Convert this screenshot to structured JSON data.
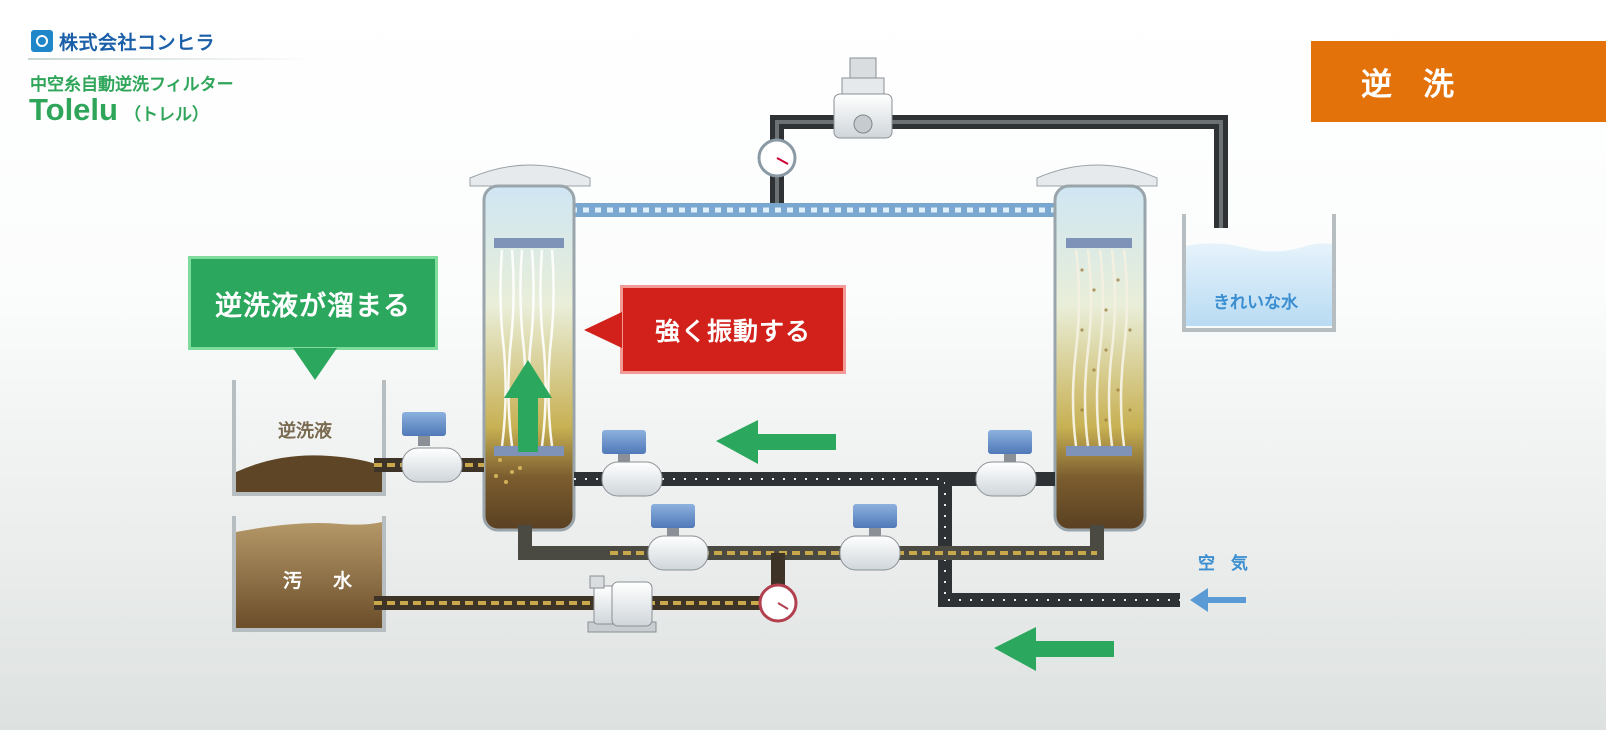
{
  "brand": {
    "logo_icon": "konhira-logo-icon",
    "company_name": "株式会社コンヒラ"
  },
  "product": {
    "subtitle": "中空糸自動逆洗フィルター",
    "name": "Tolelu",
    "name_kana": "（トレル）"
  },
  "mode": {
    "label": "逆　洗",
    "color": "#e4720b"
  },
  "callouts": {
    "accumulate": "逆洗液が溜まる",
    "vibrate": "強く振動する"
  },
  "tanks": {
    "backwash_liquid": "逆洗液",
    "dirty_water": "汚　水",
    "clean_water": "きれいな水"
  },
  "air_label": "空 気",
  "colors": {
    "accent_green": "#2ca85e",
    "accent_red": "#d2201a",
    "water_blue": "#3a8ed0",
    "sludge_brown": "#6b4e2a"
  }
}
